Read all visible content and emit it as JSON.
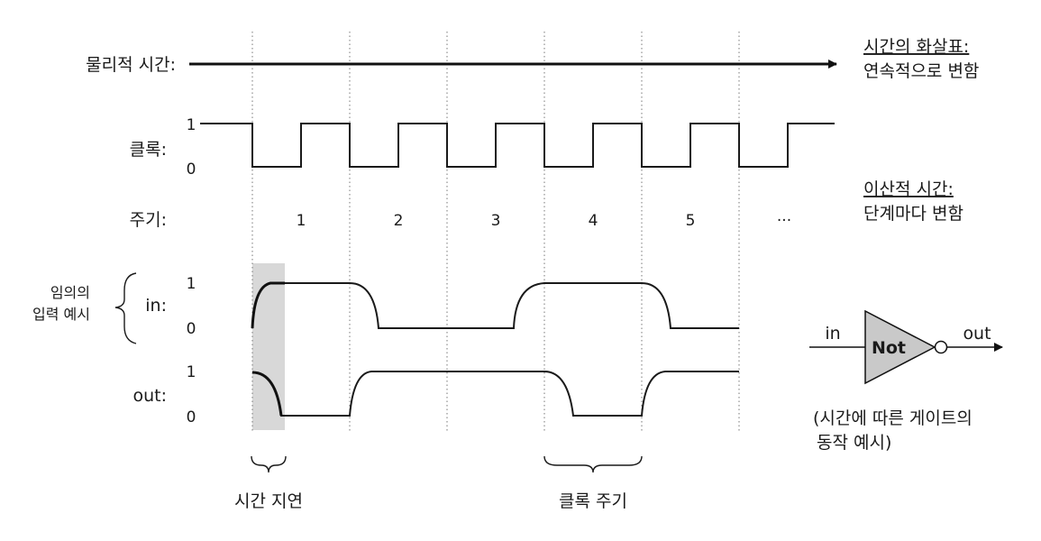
{
  "rows": {
    "physical_time": "물리적 시간:",
    "clock": "클록:",
    "cycle": "주기:",
    "in": "in:",
    "out": "out:",
    "input_example": [
      "임의의",
      "입력 예시"
    ]
  },
  "levels": {
    "high": "1",
    "low": "0"
  },
  "cycle_numbers": [
    "1",
    "2",
    "3",
    "4",
    "5",
    "···"
  ],
  "right_notes": {
    "continuous": {
      "title": "시간의 화살표:",
      "desc": "연속적으로 변함"
    },
    "discrete": {
      "title": "이산적 시간:",
      "desc": "단계마다 변함"
    }
  },
  "gate": {
    "input": "in",
    "name": "Not",
    "output": "out",
    "caption": [
      "(시간에 따른 게이트의",
      "동작 예시)"
    ]
  },
  "bottom": {
    "delay": "시간 지연",
    "clock_period": "클록 주기"
  }
}
